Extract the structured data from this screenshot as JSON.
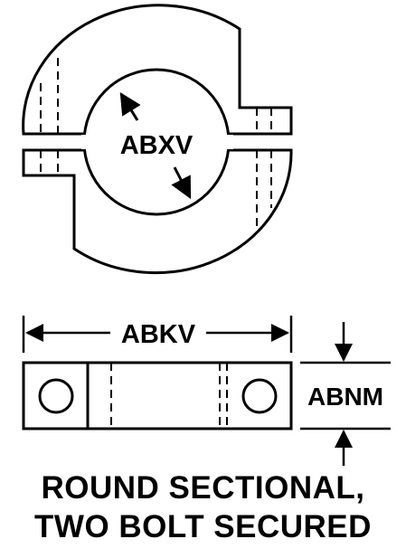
{
  "diagram": {
    "labels": {
      "bore_diameter": "ABXV",
      "overall_length": "ABKV",
      "thickness": "ABNM"
    },
    "caption": {
      "line1": "ROUND SECTIONAL,",
      "line2": "TWO BOLT SECURED"
    },
    "colors": {
      "stroke": "#000000",
      "background": "#ffffff"
    }
  }
}
